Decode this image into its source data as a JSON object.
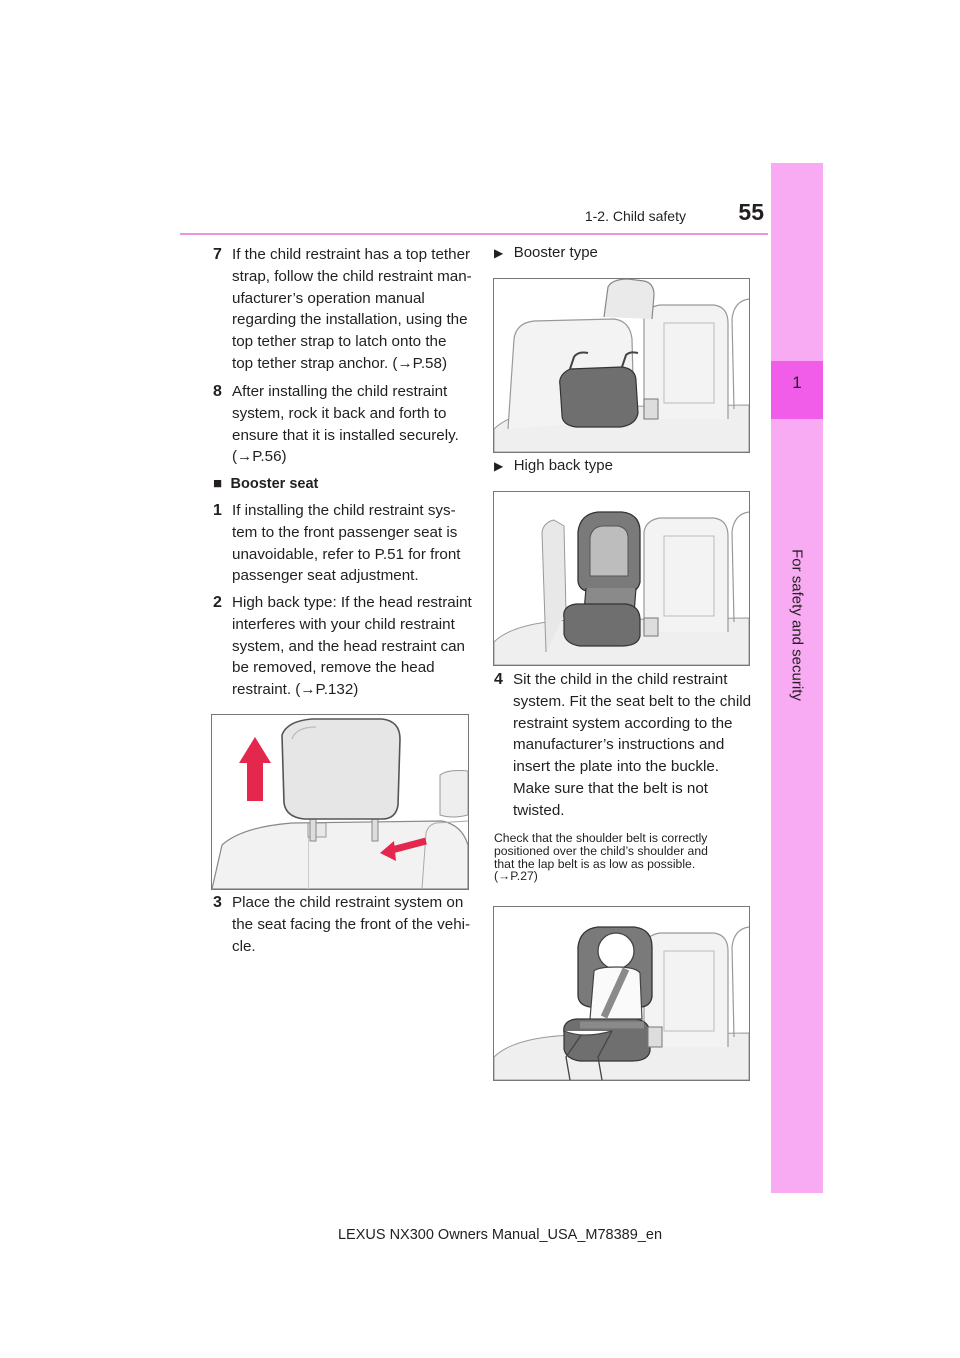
{
  "header": {
    "section": "1-2. Child safety",
    "page_number": "55"
  },
  "sidebar": {
    "chapter_number": "1",
    "chapter_title": "For safety and security"
  },
  "left_column": {
    "step7": {
      "number": "7",
      "lines": [
        "If the child restraint has a top tether",
        "strap, follow the child restraint man-",
        "ufacturer’s operation manual",
        "regarding the installation, using the",
        "top tether strap to latch onto the",
        "top tether strap anchor. (→P.58)"
      ]
    },
    "step8": {
      "number": "8",
      "lines": [
        "After installing the child restraint",
        "system, rock it back and forth to",
        "ensure that it is installed securely.",
        "(→P.56)"
      ]
    },
    "booster_heading": {
      "icon": "square-bullet-icon",
      "marker": "■",
      "text": "Booster seat"
    },
    "step1": {
      "number": "1",
      "lines": [
        "If installing the child restraint sys-",
        "tem to the front passenger seat is",
        "unavoidable, refer to P.51 for front",
        "passenger seat adjustment."
      ]
    },
    "step2": {
      "number": "2",
      "lines": [
        "High back type: If the head restraint",
        "interferes with your child restraint",
        "system, and the head restraint can",
        "be removed, remove the head",
        "restraint. (→P.132)"
      ]
    },
    "step3": {
      "number": "3",
      "lines": [
        "Place the child restraint system on",
        "the seat facing the front of the vehi-",
        "cle."
      ]
    }
  },
  "right_column": {
    "booster_type": {
      "icon": "triangle-bullet-icon",
      "marker": "▶",
      "text": "Booster type"
    },
    "high_back_type": {
      "icon": "triangle-bullet-icon",
      "marker": "▶",
      "text": "High back type"
    },
    "step4": {
      "number": "4",
      "lines": [
        "Sit the child in the child restraint",
        "system. Fit the seat belt to the child",
        "restraint system according to the",
        "manufacturer’s instructions and",
        "insert the plate into the buckle.",
        "Make sure that the belt is not",
        "twisted."
      ]
    },
    "note_lines": [
      "Check that the shoulder belt is correctly",
      "positioned over the child’s shoulder and",
      "that the lap belt is as low as possible.",
      "(→P.27)"
    ]
  },
  "colors": {
    "accent_pink": "#f15ce9",
    "sidebar_pink": "#f8abf2",
    "rule_pink": "#e995e0",
    "arrow_red": "#e4274d"
  },
  "footer": {
    "text": "LEXUS NX300 Owners Manual_USA_M78389_en"
  }
}
